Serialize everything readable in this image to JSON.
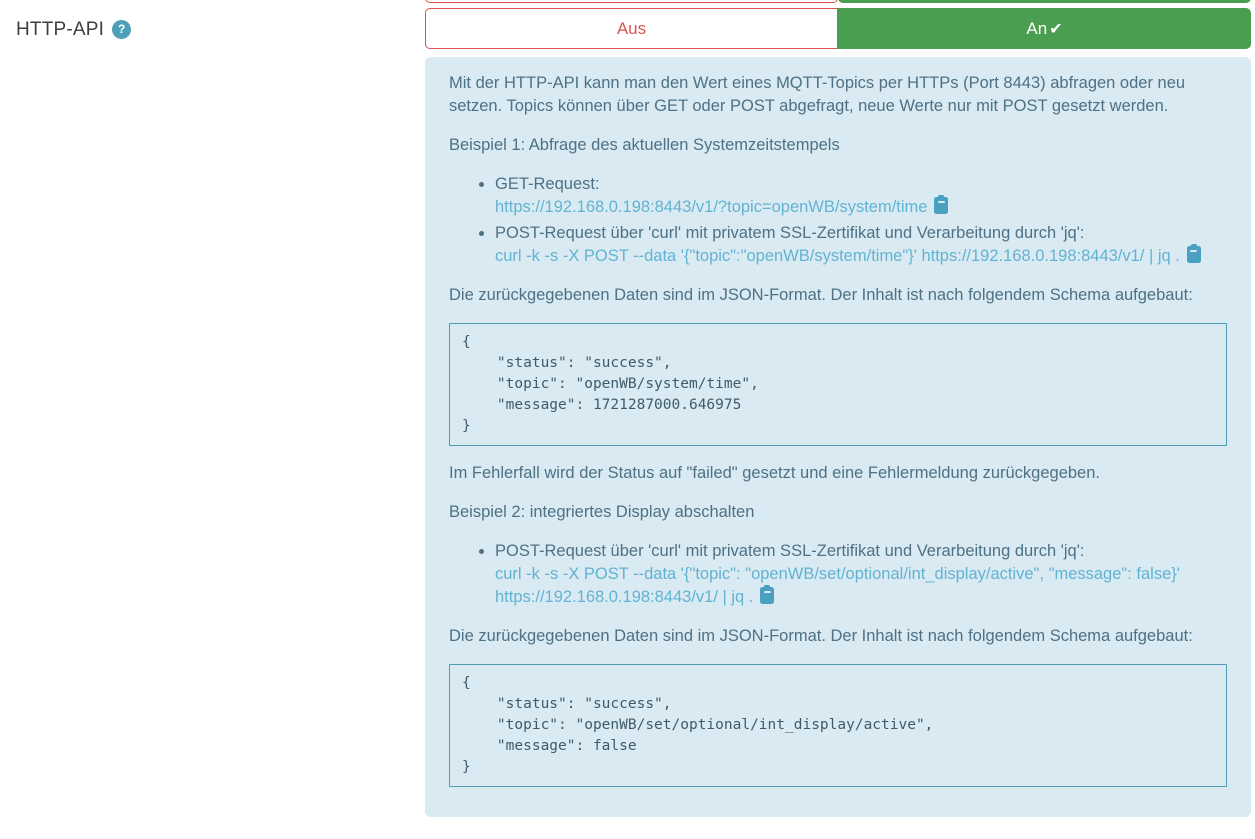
{
  "colors": {
    "off_red": "#d9534f",
    "on_green": "#4a9e50",
    "info_bg": "#d9eaf2",
    "info_text": "#4e7185",
    "link": "#62b3d2",
    "code_border": "#4d9cb3",
    "help_icon_bg": "#4da0b8",
    "clipboard_icon": "#49a0c0"
  },
  "setting": {
    "label": "HTTP-API",
    "help_icon_glyph": "?",
    "toggle": {
      "off_label": "Aus",
      "on_label": "An",
      "on_check_glyph": "✔",
      "selected": "An"
    }
  },
  "info": {
    "intro": "Mit der HTTP-API kann man den Wert eines MQTT-Topics per HTTPs (Port 8443) abfragen oder neu setzen. Topics können über GET oder POST abgefragt, neue Werte nur mit POST gesetzt werden.",
    "example1": {
      "title": "Beispiel 1: Abfrage des aktuellen Systemzeitstempels",
      "get_label": "GET-Request:",
      "get_link": "https://192.168.0.198:8443/v1/?topic=openWB/system/time",
      "post_label": "POST-Request über 'curl' mit privatem SSL-Zertifikat und Verarbeitung durch 'jq':",
      "post_link": "curl -k -s -X POST --data '{\"topic\":\"openWB/system/time\"}' https://192.168.0.198:8443/v1/ | jq .",
      "schema_intro": "Die zurückgegebenen Daten sind im JSON-Format. Der Inhalt ist nach folgendem Schema aufgebaut:",
      "schema_code": "{\n    \"status\": \"success\",\n    \"topic\": \"openWB/system/time\",\n    \"message\": 1721287000.646975\n}"
    },
    "error_note": "Im Fehlerfall wird der Status auf \"failed\" gesetzt und eine Fehlermeldung zurückgegeben.",
    "example2": {
      "title": "Beispiel 2: integriertes Display abschalten",
      "post_label": "POST-Request über 'curl' mit privatem SSL-Zertifikat und Verarbeitung durch 'jq':",
      "post_link": "curl -k -s -X POST --data '{\"topic\": \"openWB/set/optional/int_display/active\", \"message\": false}' https://192.168.0.198:8443/v1/ | jq .",
      "schema_intro": "Die zurückgegebenen Daten sind im JSON-Format. Der Inhalt ist nach folgendem Schema aufgebaut:",
      "schema_code": "{\n    \"status\": \"success\",\n    \"topic\": \"openWB/set/optional/int_display/active\",\n    \"message\": false\n}"
    }
  }
}
